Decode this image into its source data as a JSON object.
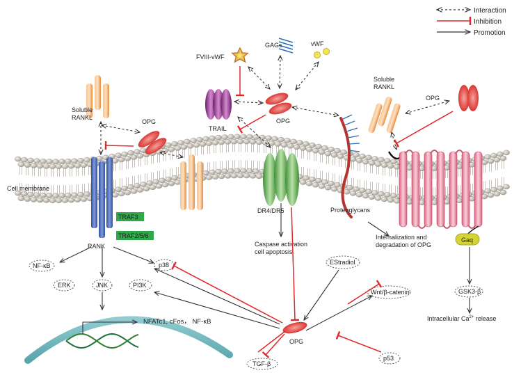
{
  "legend": {
    "interaction": "Interaction",
    "inhibition": "Inhibition",
    "promotion": "Promotion"
  },
  "labels": {
    "fviii_vwf": "FVIII-vWF",
    "gags": "GAGs",
    "vwf": "vWF",
    "trail": "TRAIL",
    "opg_center": "OPG",
    "soluble_rankl_left": "Soluble\nRANKL",
    "opg_left": "OPG",
    "soluble_rankl_right": "Soluble\nRANKL",
    "opg_right": "OPG",
    "cell_membrane": "Cell membrane",
    "rank": "RANK",
    "traf3": "TRAF3",
    "traf256": "TRAF2/5/6",
    "dr4_dr5": "DR4/DR5",
    "proteoglycans": "Proteoglycans",
    "caspase": "Caspase activation\ncell apoptosis",
    "internalization": "Internalization and\ndegradation of OPG",
    "gaq": "Gaq",
    "nfkb": "NF-κB",
    "erk": "ERK",
    "jnk": "JNK",
    "pi3k": "PI3K",
    "p38": "p38",
    "nfatc1": "NFATc1, cFos， NF-κB",
    "estradiol": "EStradiol",
    "wnt": "Wnt/β-catenin",
    "gsk3": "GSK3-β",
    "ca_release": "Intracellular Ca",
    "ca_sup": "2+",
    "ca_tail": " release",
    "opg_bottom": "OPG",
    "tgf": "TGF-β",
    "p53": "p53"
  },
  "colors": {
    "inhibition": "#e0262a",
    "promotion": "#333333",
    "rank": "#3f62b3",
    "rankl": "#f3a862",
    "opg": "#d9312b",
    "trail": "#8f2a85",
    "dr": "#5aa84a",
    "traf": "#2fa84a",
    "gpcr": "#e27d94",
    "gaq": "#d6d335",
    "proteoglycan": "#b7332e",
    "dna_arc": "#6fb7bd"
  }
}
